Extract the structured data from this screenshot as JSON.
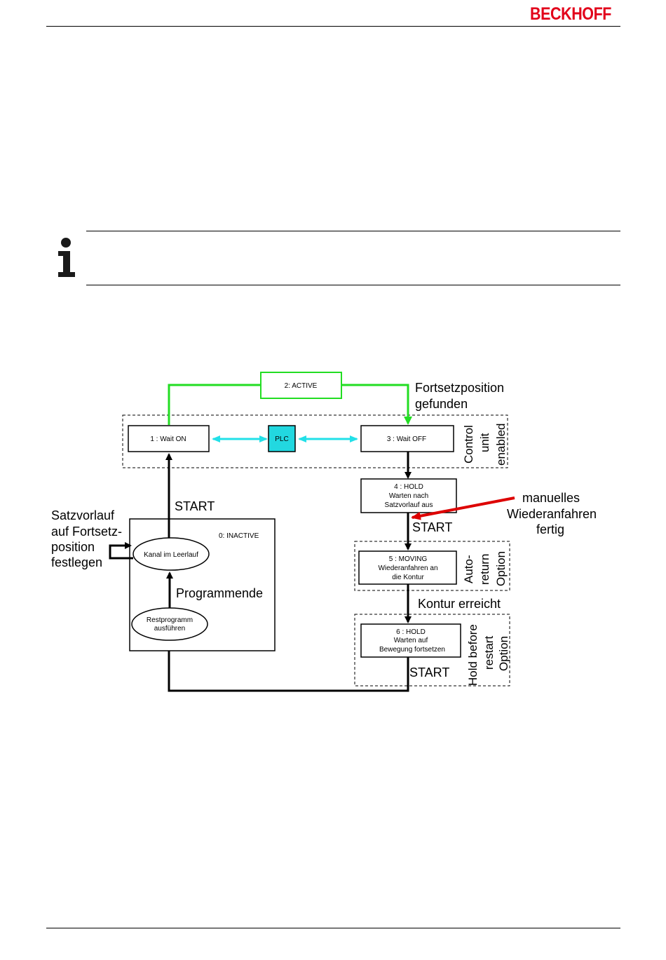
{
  "header": {
    "brand": "BECKHOFF",
    "brand_color": "#e2001a"
  },
  "info_icon": "info-icon",
  "diagram": {
    "boxes": {
      "active": "2: ACTIVE",
      "wait_on": "1 : Wait ON",
      "plc": "PLC",
      "wait_off": "3 : Wait OFF",
      "hold4": [
        "4 : HOLD",
        "Warten nach",
        "Satzvorlauf aus"
      ],
      "moving5": [
        "5 : MOVING",
        "Wiederanfahren an",
        "die Kontur"
      ],
      "hold6": [
        "6 : HOLD",
        "Warten auf",
        "Bewegung fortsetzen"
      ],
      "inactive": "0: INACTIVE",
      "kanal": "Kanal im Leerlauf",
      "rest": [
        "Restprogramm",
        "ausführen"
      ]
    },
    "labels": {
      "fortsetz": [
        "Fortsetzposition",
        "gefunden"
      ],
      "control": [
        "Control",
        "unit",
        "enabled"
      ],
      "start1": "START",
      "satzvorlauf": [
        "Satzvorlauf",
        "auf Fortsetz-",
        "position",
        "festlegen"
      ],
      "programmende": "Programmende",
      "manuell": [
        "manuelles",
        "Wiederanfahren",
        "fertig"
      ],
      "start2": "START",
      "autoreturn": [
        "Auto-",
        "return",
        "Option"
      ],
      "kontur": "Kontur erreicht",
      "start3": "START",
      "holdbefore": [
        "Hold before",
        "restart",
        "Option"
      ]
    },
    "colors": {
      "green": "#22dd22",
      "cyan": "#22e0e8",
      "plc_fill": "#22d8e0",
      "red": "#dd0000"
    }
  }
}
